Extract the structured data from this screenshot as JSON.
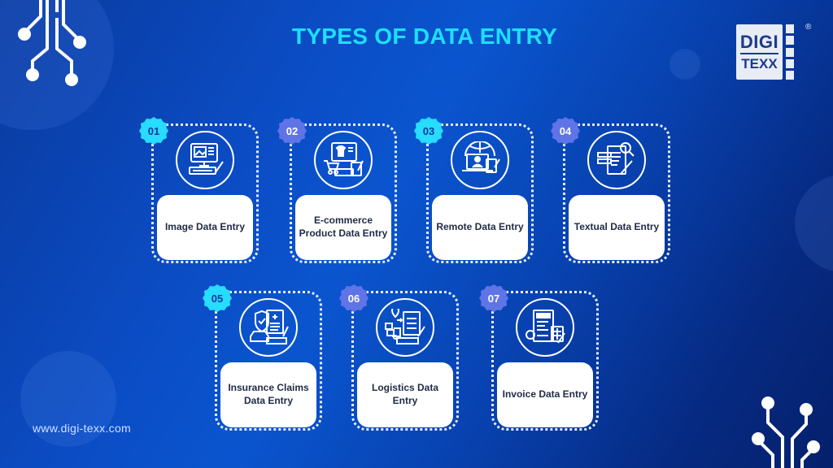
{
  "title": "TYPES OF DATA ENTRY",
  "logo": {
    "line1": "DIGI",
    "line2": "TEXX",
    "registered": "®"
  },
  "website": "www.digi-texx.com",
  "colors": {
    "title": "#1ce0ff",
    "badge_cyan": "#27dcff",
    "badge_purple": "#5f74e6",
    "label_text": "#1f2a44",
    "background_start": "#0b4cc4",
    "background_end": "#05206c"
  },
  "cards": [
    {
      "number": "01",
      "label": "Image Data Entry",
      "icon": "computer-image-editing-icon",
      "badge_color": "cyan"
    },
    {
      "number": "02",
      "label": "E-commerce Product Data Entry",
      "icon": "ecommerce-cart-monitor-icon",
      "badge_color": "purple"
    },
    {
      "number": "03",
      "label": "Remote Data Entry",
      "icon": "remote-laptop-globe-icon",
      "badge_color": "cyan"
    },
    {
      "number": "04",
      "label": "Textual Data Entry",
      "icon": "document-magnifier-pencil-icon",
      "badge_color": "purple"
    },
    {
      "number": "05",
      "label": "Insurance Claims Data Entry",
      "icon": "insurance-shield-car-clipboard-icon",
      "badge_color": "cyan"
    },
    {
      "number": "06",
      "label": "Logistics Data Entry",
      "icon": "logistics-truck-clipboard-icon",
      "badge_color": "purple"
    },
    {
      "number": "07",
      "label": "Invoice Data Entry",
      "icon": "invoice-calculator-icon",
      "badge_color": "purple"
    }
  ]
}
